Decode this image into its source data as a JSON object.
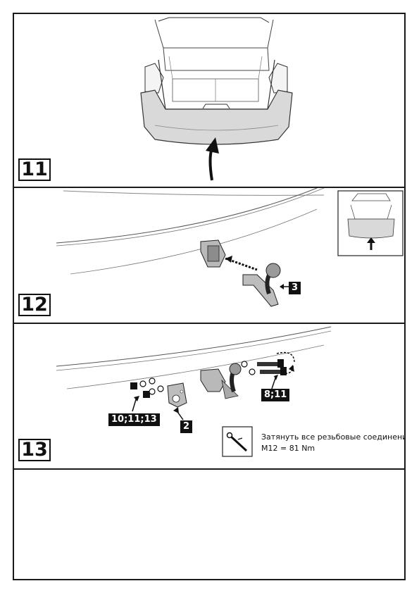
{
  "steps": [
    {
      "number": "11"
    },
    {
      "number": "12",
      "part_label": "3"
    },
    {
      "number": "13",
      "labels": {
        "nuts": "10;11;13",
        "plate": "2",
        "bolts": "8;11"
      },
      "note": {
        "line1": "Затянуть все резьбовые соединения",
        "line2": "M12 = 81 Nm"
      }
    }
  ],
  "icons": [
    "car-rear-illustration",
    "up-arrow-icon",
    "tow-ball-icon",
    "torque-wrench-icon",
    "rotation-arrow-icon"
  ]
}
